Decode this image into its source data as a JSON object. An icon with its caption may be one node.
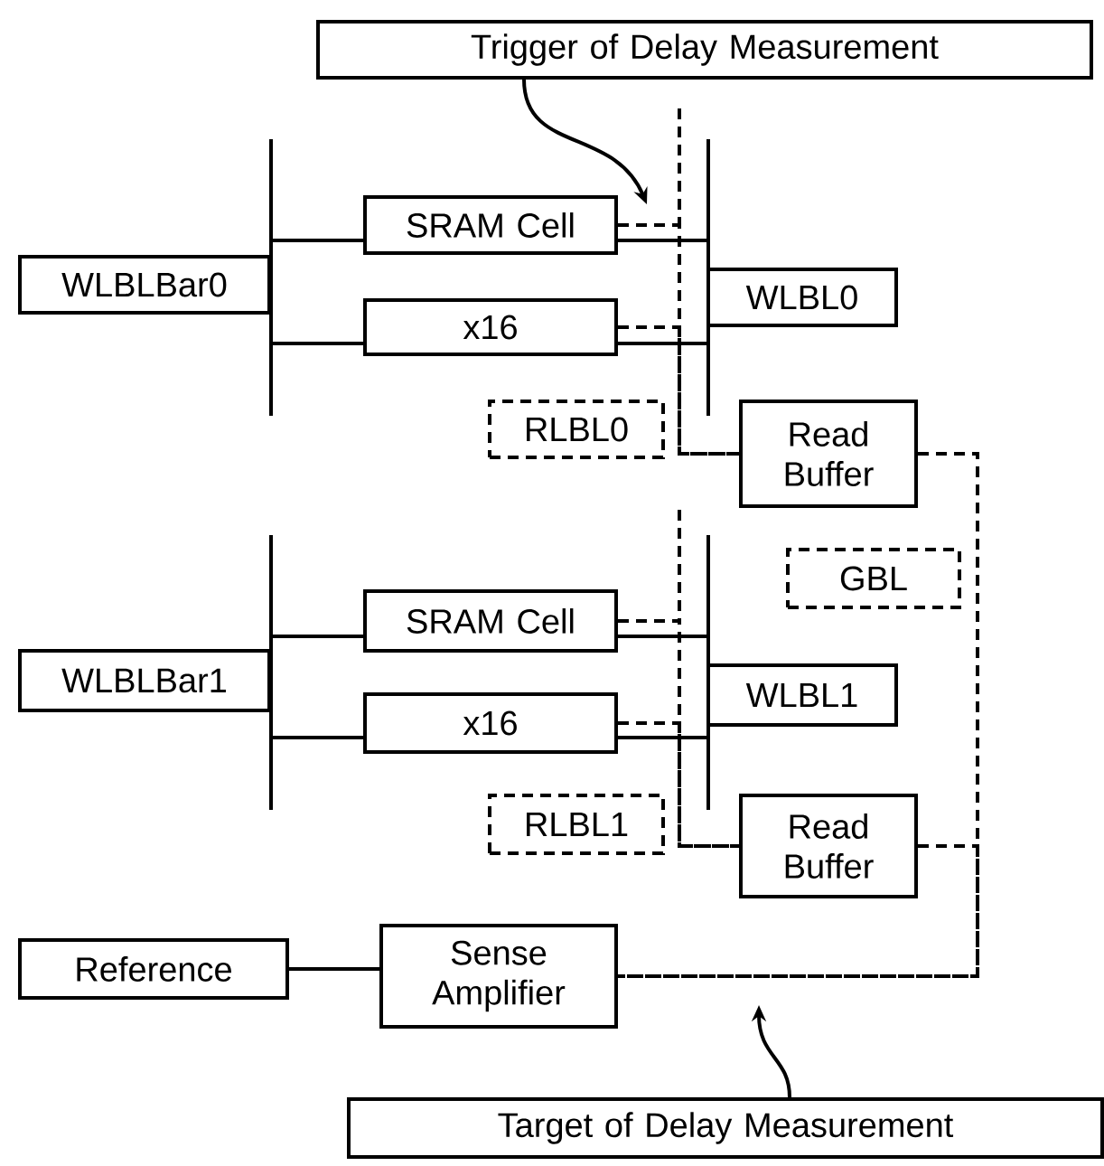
{
  "diagram": {
    "nodes": [
      {
        "text": [
          "Trigger of Delay Measurement"
        ]
      },
      {
        "text": [
          "WLBLBar0"
        ]
      },
      {
        "text": [
          "SRAM Cell"
        ]
      },
      {
        "text": [
          "x16"
        ]
      },
      {
        "text": [
          "WLBL0"
        ]
      },
      {
        "text": [
          "RLBL0"
        ]
      },
      {
        "text": [
          "Read Buffer"
        ]
      },
      {
        "text": [
          "WLBLBar1"
        ]
      },
      {
        "text": [
          "SRAM Cell"
        ]
      },
      {
        "text": [
          "x16"
        ]
      },
      {
        "text": [
          "WLBL1"
        ]
      },
      {
        "text": [
          "GBL"
        ]
      },
      {
        "text": [
          "RLBL1"
        ]
      },
      {
        "text": [
          "Read Buffer"
        ]
      },
      {
        "text": [
          "Reference"
        ]
      },
      {
        "text": [
          "Sense Amplifier"
        ]
      },
      {
        "text": [
          "Target of Delay Measurement"
        ]
      }
    ],
    "edges": [
      {
        "from": 1,
        "to": 2,
        "arrow": "none"
      },
      {
        "from": 1,
        "to": 3,
        "arrow": "none"
      },
      {
        "from": 2,
        "to": 4,
        "arrow": "none"
      },
      {
        "from": 3,
        "to": 4,
        "arrow": "none"
      },
      {
        "from": 2,
        "to": 6,
        "arrow": "none",
        "style": "dashed"
      },
      {
        "from": 3,
        "to": 6,
        "arrow": "none",
        "style": "dashed"
      },
      {
        "from": 7,
        "to": 8,
        "arrow": "none"
      },
      {
        "from": 7,
        "to": 9,
        "arrow": "none"
      },
      {
        "from": 8,
        "to": 10,
        "arrow": "none"
      },
      {
        "from": 9,
        "to": 10,
        "arrow": "none"
      },
      {
        "from": 8,
        "to": 13,
        "arrow": "none",
        "style": "dashed"
      },
      {
        "from": 9,
        "to": 13,
        "arrow": "none",
        "style": "dashed"
      },
      {
        "from": 6,
        "to": 15,
        "arrow": "none",
        "style": "dashed"
      },
      {
        "from": 13,
        "to": 15,
        "arrow": "none",
        "style": "dashed"
      },
      {
        "from": 14,
        "to": 15,
        "arrow": "none"
      },
      {
        "from": 0,
        "to": null,
        "arrow": "to"
      },
      {
        "from": 16,
        "to": null,
        "arrow": "to"
      }
    ]
  }
}
